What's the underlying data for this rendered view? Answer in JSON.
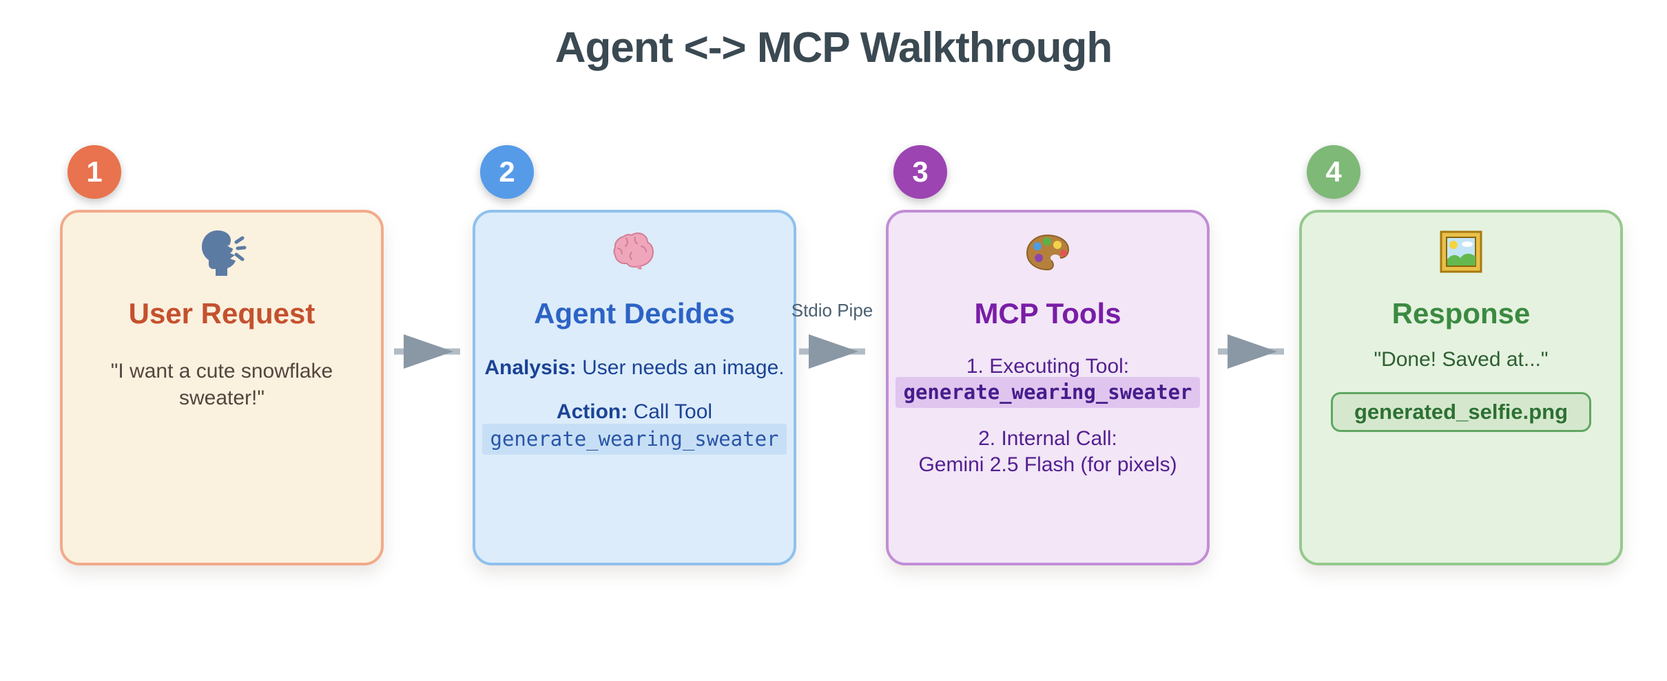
{
  "title": "Agent <-> MCP Walkthrough",
  "palette": {
    "title_text": "#3A4952",
    "arrow_head": "#8A98A5",
    "arrow_shaft": "#B2BCC5",
    "pipe_label_text": "#4C6070",
    "step1_accent": "#E8734E",
    "step2_accent": "#569BE8",
    "step3_accent": "#9C44B2",
    "step4_accent": "#7EB977"
  },
  "steps": [
    {
      "number": "1",
      "icon": "speaking-head-icon",
      "title": "User Request",
      "body": "\"I want a cute snowflake sweater!\""
    },
    {
      "number": "2",
      "icon": "brain-icon",
      "title": "Agent Decides",
      "analysis_label": "Analysis:",
      "analysis_text": " User needs an image.",
      "action_label": "Action:",
      "action_text": " Call Tool",
      "code": "generate_wearing_sweater"
    },
    {
      "number": "3",
      "icon": "palette-icon",
      "title": "MCP Tools",
      "line1": "1. Executing Tool:",
      "code": "generate_wearing_sweater",
      "line2": "2. Internal Call:",
      "line3": "Gemini 2.5 Flash (for pixels)"
    },
    {
      "number": "4",
      "icon": "framed-picture-icon",
      "title": "Response",
      "body": "\"Done! Saved at...\"",
      "file_chip": "generated_selfie.png"
    }
  ],
  "connectors": [
    {
      "label": ""
    },
    {
      "label": "Stdio Pipe"
    },
    {
      "label": ""
    }
  ]
}
